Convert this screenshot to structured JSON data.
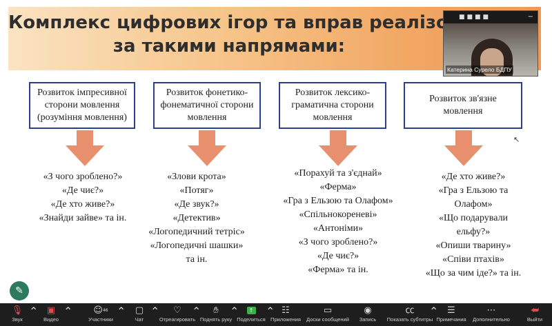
{
  "slide": {
    "title_line1": "Комплекс цифрових ігор та вправ реалізова",
    "title_line2": "за такими  напрямами:",
    "columns": [
      {
        "heading": "Розвиток імпресивної сторони мовлення (розуміння мовлення)",
        "items": [
          "«З чого зроблено?»",
          "«Де чиє?»",
          "«Де хто живе?»",
          "«Знайди зайве» та ін."
        ]
      },
      {
        "heading": "Розвиток фонетико-фонематичної сторони мовлення",
        "items": [
          "«Злови крота»",
          "«Потяг»",
          "«Де звук?»",
          "«Детектив»",
          "«Логопедичний тетріс»",
          "«Логопедичні шашки»",
          "та ін."
        ]
      },
      {
        "heading": "Розвиток лексико-граматична  сторони мовлення",
        "items": [
          "«Порахуй та з'єднай»",
          "«Ферма»",
          "«Гра з Ельзою та Олафом»",
          "«Спільнокореневі»",
          "«Антоніми»",
          "«З чого зроблено?»",
          "«Де чиє?»",
          "«Ферма» та ін."
        ]
      },
      {
        "heading": "Розвиток зв'язне мовлення",
        "items": [
          "«Де хто живе?»",
          "«Гра з Ельзою та",
          "Олафом»",
          "«Що подарували",
          "ельфу?»",
          "«Опиши тварину»",
          "«Співи птахів»",
          "«Що за чим іде?» та ін."
        ]
      }
    ],
    "arrow_color": "#e8906e",
    "box_border_color": "#2a3d8f"
  },
  "video": {
    "participant_name": "Катерина Сурело БДПУ"
  },
  "toolbar": {
    "mic": "Звук",
    "video": "Видео",
    "participants": "Участники",
    "participants_count": "46",
    "chat": "Чат",
    "react": "Отреагировать",
    "raise_hand": "Поднять руку",
    "share": "Поделиться",
    "apps": "Приложения",
    "whiteboards": "Доски сообщений",
    "record": "Запись",
    "captions": "Показать субтитры",
    "notes": "Примечания",
    "more": "Дополнительно",
    "leave": "Выйти"
  }
}
